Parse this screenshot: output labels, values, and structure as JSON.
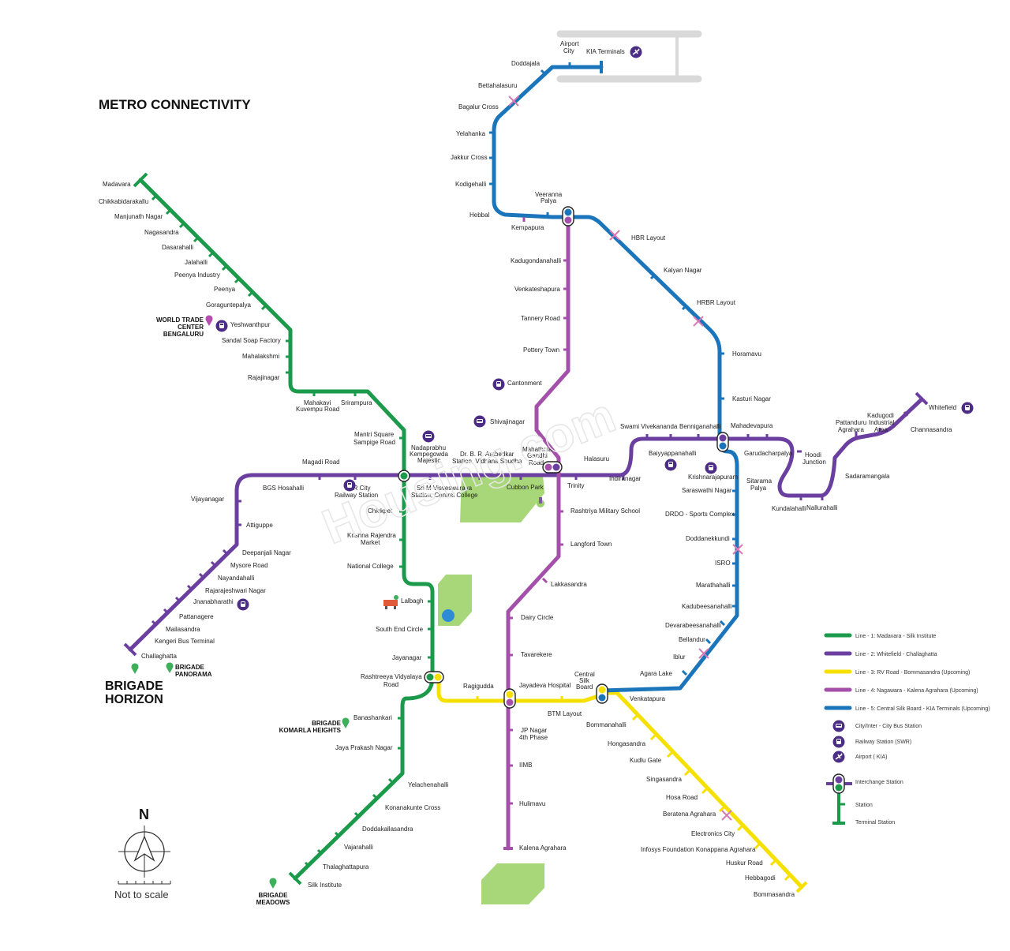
{
  "title": "METRO CONNECTIVITY",
  "scale_note": "Not to scale",
  "north": "N",
  "colors": {
    "line1": "#1a9a4a",
    "line2": "#6b3fa0",
    "line3": "#f5e000",
    "line4": "#a44faa",
    "line5": "#1b75bb",
    "park": "#a8d77a",
    "water": "#2e8bd6",
    "icon": "#4b2d86"
  },
  "legend": [
    "Line - 1: Madavara - Silk Institute",
    "Line - 2: Whitefield - Challaghatta",
    "Line - 3: RV Road - Bommasandra (Upcoming)",
    "Line - 4: Nagawara - Kalena Agrahara (Upcoming)",
    "Line - 5: Central Silk Board - KIA Terminals (Upcoming)",
    "City/Inter - City Bus Station",
    "Railway Station (SWR)",
    "Airport ( KIA)",
    "Interchange Station",
    "Station",
    "Terminal Station"
  ],
  "projects": {
    "wtc": [
      "WORLD TRADE",
      "CENTER",
      "BENGALURU"
    ],
    "panorama": [
      "BRIGADE",
      "PANORAMA"
    ],
    "horizon": [
      "BRIGADE",
      "HORIZON"
    ],
    "komarla": [
      "BRIGADE",
      "KOMARLA HEIGHTS"
    ],
    "meadows": [
      "BRIGADE",
      "MEADOWS"
    ]
  },
  "stations": {
    "line1": [
      "Madavara",
      "Chikkabidarakallu",
      "Manjunath Nagar",
      "Nagasandra",
      "Dasarahalli",
      "Jalahalli",
      "Peenya Industry",
      "Peenya",
      "Goraguntepalya",
      "Yeshwanthpur",
      "Sandal Soap Factory",
      "Mahalakshmi",
      "Rajajinagar",
      "Mahakavi",
      "Kuvempu Road",
      "Srirampura",
      "Mantri Square",
      "Sampige Road",
      "Nadaprabhu",
      "Kempegowda",
      "Majestic",
      "Chickpet",
      "Krishna Rajendra",
      "Market",
      "National College",
      "Lalbagh",
      "South End Circle",
      "Jayanagar",
      "Rashtreeya Vidyalaya",
      "Road",
      "Banashankari",
      "Jaya Prakash Nagar",
      "Yelachenahalli",
      "Konanakunte Cross",
      "Doddakallasandra",
      "Vajarahalli",
      "Thalaghattapura",
      "Silk Institute"
    ],
    "line2": [
      "Whitefield",
      "Channasandra",
      "Kadugodi",
      "Industrial",
      "Area",
      "Pattanduru",
      "Agrahara",
      "Sadaramangala",
      "Hoodi",
      "Junction",
      "Nallurahalli",
      "Kundalahalli",
      "Sitarama",
      "Palya",
      "Garudacharpalya",
      "Mahadevapura",
      "Krishnarajapuram",
      "Benniganahalli",
      "Baiyyappanahalli",
      "Swami Vivekananda",
      "Indiranagar",
      "Halasuru",
      "Trinity",
      "Mahathma",
      "Gandhi",
      "Road",
      "Cubbon Park",
      "Dr. B. R. Ambedkar",
      "Station, Vidhana Soudha",
      "Sri M Visveswaraya",
      "Station, Central College",
      "KSR City",
      "Railway Station",
      "Magadi Road",
      "BGS Hosahalli",
      "Vijayanagar",
      "Attiguppe",
      "Deepanjali Nagar",
      "Mysore Road",
      "Nayandahalli",
      "Rajarajeshwari Nagar",
      "Jnanabharathi",
      "Pattanagere",
      "Mailasandra",
      "Kengeri Bus Terminal",
      "Challaghatta"
    ],
    "line3": [
      "Ragigudda",
      "Jayadeva Hospital",
      "BTM Layout",
      "Central",
      "Silk",
      "Board",
      "Bommanahalli",
      "Hongasandra",
      "Kudlu Gate",
      "Singasandra",
      "Hosa Road",
      "Beratena Agrahara",
      "Electronics City",
      "Infosys Foundation Konappana Agrahara",
      "Huskur Road",
      "Hebbagodi",
      "Bommasandra"
    ],
    "line4": [
      "Kempapura",
      "Veeranna",
      "Palya",
      "Kadugondanahalli",
      "Venkateshapura",
      "Tannery Road",
      "Pottery Town",
      "Cantonment",
      "Shivajinagar",
      "Rashtriya Military School",
      "Langford Town",
      "Lakkasandra",
      "Dairy Circle",
      "Tavarekere",
      "JP Nagar",
      "4th Phase",
      "IIMB",
      "Hulimavu",
      "Kalena Agrahara"
    ],
    "line5": [
      "Airport",
      "City",
      "KIA Terminals",
      "Doddajala",
      "Bettahalasuru",
      "Bagalur Cross",
      "Yelahanka",
      "Jakkur Cross",
      "Kodigehalli",
      "Hebbal",
      "HBR Layout",
      "Kalyan Nagar",
      "HRBR Layout",
      "Horamavu",
      "Kasturi Nagar",
      "Saraswathi Nagar",
      "DRDO - Sports Complex",
      "Doddanekkundi",
      "ISRO",
      "Marathahalli",
      "Kadubeesanahalli",
      "Devarabeesanahalli",
      "Bellandur",
      "Iblur",
      "Agara Lake",
      "Venkatapura"
    ]
  },
  "watermark": "Housing.com"
}
